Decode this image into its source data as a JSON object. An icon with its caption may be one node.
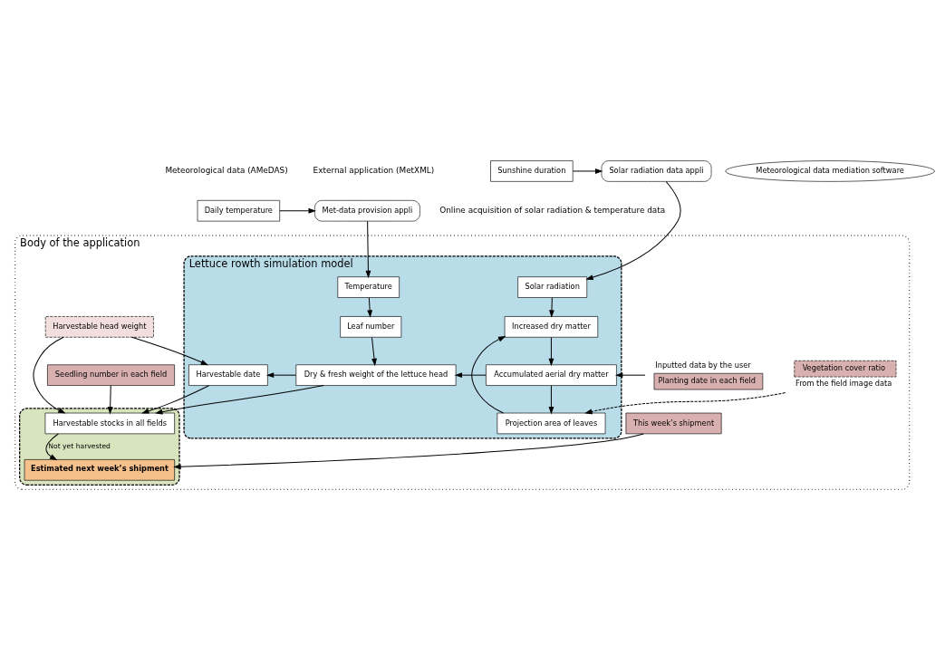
{
  "diagram": {
    "nodes": [
      {
        "text": [
          "Daily temperature"
        ]
      },
      {
        "text": [
          "Sunshine duration"
        ]
      },
      {
        "text": [
          "Meteorological data mediation software"
        ]
      },
      {
        "text": [
          "Met-data provision appli"
        ]
      },
      {
        "text": [
          "Solar radiation data appli"
        ]
      },
      {
        "text": [
          "Body of the application"
        ]
      },
      {
        "text": [
          "Lettuce rowth simulation model"
        ],
        "in": 5
      },
      {
        "text": [
          "Solar radiation"
        ],
        "in": 6
      },
      {
        "text": [
          "Temperature"
        ],
        "in": 6
      },
      {
        "text": [
          "Projection area of leaves"
        ],
        "in": 6
      },
      {
        "text": [
          "Increased dry matter"
        ],
        "in": 6
      },
      {
        "text": [
          "Leaf number"
        ],
        "in": 6
      },
      {
        "text": [
          "Accumulated aerial dry matter"
        ],
        "in": 6
      },
      {
        "text": [
          "Dry & fresh weight of the lettuce head"
        ],
        "in": 6
      },
      {
        "text": [
          "Harvestable date"
        ],
        "in": 6
      },
      {
        "text": [
          "Vegetation cover ratio"
        ],
        "in": 5,
        "beside": [
          "From the field image data"
        ]
      },
      {
        "text": [
          "Planting date in each field"
        ],
        "in": 5,
        "beside": [
          "Inputted data by the user"
        ]
      },
      {
        "text": [],
        "shape": "box",
        "in": 5
      },
      {
        "text": [
          "Harvestable stocks in all fields"
        ],
        "in": 17
      },
      {
        "text": [
          "Estimated next week’s shipment"
        ],
        "in": 17
      },
      {
        "text": [
          "Seedling number in each field"
        ],
        "in": 5
      },
      {
        "text": [
          "This week’s shipment"
        ],
        "in": 5
      },
      {
        "text": [
          "Harvestable head weight"
        ],
        "in": 5
      }
    ],
    "edges": [
      {
        "from": 0,
        "to": 3,
        "arrow": "to"
      },
      {
        "from": 1,
        "to": 4,
        "arrow": "to"
      },
      {
        "from": 4,
        "to": 7,
        "arrow": "to"
      },
      {
        "from": 3,
        "to": 8,
        "arrow": "to"
      },
      {
        "from": 15,
        "to": 9,
        "arrow": "to",
        "style": "dashed"
      },
      {
        "from": 9,
        "to": 10,
        "arrow": "to"
      },
      {
        "from": 7,
        "to": 10,
        "arrow": "to"
      },
      {
        "from": 8,
        "to": 11,
        "arrow": "to"
      },
      {
        "from": 10,
        "to": 12,
        "arrow": "to"
      },
      {
        "from": 12,
        "to": 9,
        "arrow": "to"
      },
      {
        "from": 16,
        "to": 12,
        "arrow": "to"
      },
      {
        "from": 12,
        "to": 13,
        "arrow": "to"
      },
      {
        "from": 11,
        "to": 13,
        "arrow": "to"
      },
      {
        "from": 13,
        "to": 14,
        "arrow": "to"
      },
      {
        "from": 13,
        "to": 18,
        "arrow": "to"
      },
      {
        "from": 14,
        "to": 18,
        "arrow": "to"
      },
      {
        "from": 22,
        "to": 14,
        "arrow": "to"
      },
      {
        "from": 20,
        "to": 18,
        "arrow": "to"
      },
      {
        "from": 22,
        "to": 18,
        "arrow": "to"
      },
      {
        "from": 18,
        "to": 19,
        "arrow": "to",
        "label": "Not yet harvested"
      },
      {
        "from": 21,
        "to": 19,
        "arrow": "to"
      }
    ],
    "labels": [
      "Meteorological data (AMeDAS)",
      "External application (MetXML)",
      "Online acquisition of solar radiation & temperature data"
    ]
  }
}
